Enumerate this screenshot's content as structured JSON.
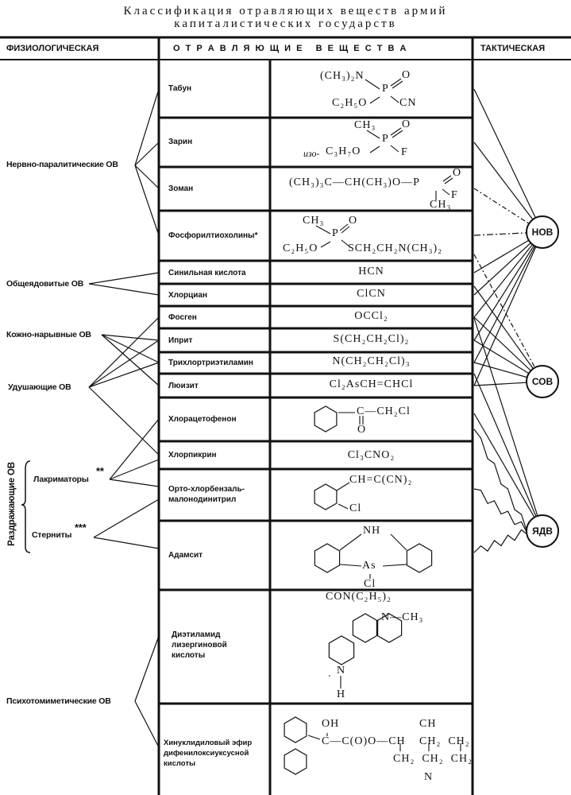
{
  "title": [
    "Классификация отравляющих веществ армий",
    "капиталистических государств"
  ],
  "header": {
    "physiological": "ФИЗИОЛОГИЧЕСКАЯ",
    "agents": "О Т Р А В Л Я Ю Щ И Е   В Е Щ Е С Т В А",
    "tactical": "ТАКТИЧЕСКАЯ"
  },
  "physiological_groups": {
    "nerve": "Нервно-паралитические ОВ",
    "general": "Общеядовитые ОВ",
    "blister": "Кожно-нарывные ОВ",
    "choking": "Удушающие ОВ",
    "irritant": "Раздражающие ОВ",
    "lacrimators": "Лакриматоры",
    "lacrimators_mark": "**",
    "sternites": "Стерниты",
    "sternites_mark": "***",
    "psycho": "Психотомиметические ОВ"
  },
  "agents": [
    {
      "name": "Табун",
      "formula": [
        "(CH₃)₂N",
        "O",
        "P",
        "C₂H₅O",
        "CN"
      ]
    },
    {
      "name": "Зарин",
      "formula": [
        "CH₃",
        "O",
        "P",
        "изо-",
        "C₃H₇O",
        "F"
      ]
    },
    {
      "name": "Зоман",
      "formula": [
        "(CH₃)₃C—CH(CH₃)O—P",
        "O",
        "F",
        "CH₃"
      ]
    },
    {
      "name": "Фосфорилтиохолины*",
      "formula": [
        "CH₃",
        "O",
        "P",
        "C₂H₅O",
        "SCH₂CH₂N(CH₃)₂"
      ]
    },
    {
      "name": "Синильная кислота",
      "formula": [
        "HCN"
      ]
    },
    {
      "name": "Хлорциан",
      "formula": [
        "ClCN"
      ]
    },
    {
      "name": "Фосген",
      "formula": [
        "OCCl₂"
      ]
    },
    {
      "name": "Иприт",
      "formula": [
        "S(CH₂CH₂Cl)₂"
      ]
    },
    {
      "name": "Трихлортриэтиламин",
      "formula": [
        "N(CH₂CH₂Cl)₃"
      ]
    },
    {
      "name": "Люизит",
      "formula": [
        "Cl₂AsCH=CHCl"
      ]
    },
    {
      "name": "Хлорацетофенон",
      "formula": [
        "C—CH₂Cl",
        "O"
      ]
    },
    {
      "name": "Хлорпикрин",
      "formula": [
        "Cl₃CNO₂"
      ]
    },
    {
      "name": "Орто-хлорбензаль-\nмалонодинитрил",
      "formula": [
        "CH=C(CN)₂",
        "Cl"
      ]
    },
    {
      "name": "Адамсит",
      "formula": [
        "NH",
        "As",
        "Cl"
      ]
    },
    {
      "name": "Диэтиламид\nлизергиновой\nкислоты",
      "formula": [
        "CON(C₂H₅)₂",
        "N—CH₃",
        "N",
        "H"
      ]
    },
    {
      "name": "Хинуклидиловый эфир\nдифенилоксиуксусной\nкислоты",
      "formula": [
        "OH",
        "C—C(O)O—CH",
        "CH",
        "CH₂  CH₂",
        "CH₂  CH₂  CH₂",
        "N"
      ]
    }
  ],
  "tactical": [
    "НОВ",
    "СОВ",
    "ЯДВ"
  ]
}
